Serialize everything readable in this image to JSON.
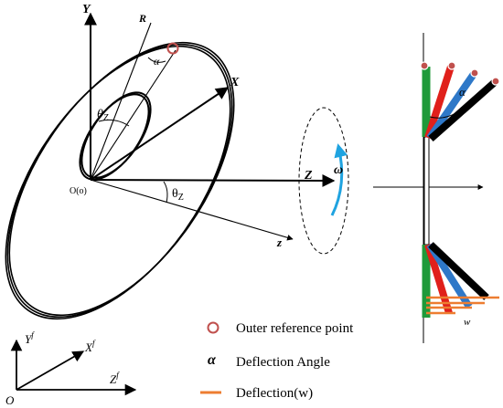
{
  "labels": {
    "Y": "Y",
    "R": "R",
    "X": "X",
    "alpha_top": "α",
    "theta_z_upper": "θ",
    "theta_z_upper_sub": "Z",
    "origin": "O(o)",
    "Z": "Z",
    "omega": "ω",
    "theta_z_lower": "θ",
    "theta_z_lower_sub": "Z",
    "z": "z",
    "alpha_right": "α",
    "w": "w"
  },
  "frame": {
    "origin": "O",
    "Y": "Y",
    "Y_sup": "f",
    "X": "X",
    "X_sup": "f",
    "Z": "Z",
    "Z_sup": "f"
  },
  "legend": {
    "items": [
      {
        "symbol": "circle",
        "label": "Outer reference point"
      },
      {
        "symbol": "α",
        "label": "Deflection Angle"
      },
      {
        "symbol": "line",
        "label": "Deflection(w)"
      }
    ]
  },
  "colors": {
    "reference_point": "#c0504d",
    "omega_arrow": "#1fa3e0",
    "deflection": "#ed7d31",
    "blade_green": "#1f9a3a",
    "blade_red": "#e0201b",
    "blade_blue": "#2e78c8",
    "blade_black": "#000000"
  }
}
